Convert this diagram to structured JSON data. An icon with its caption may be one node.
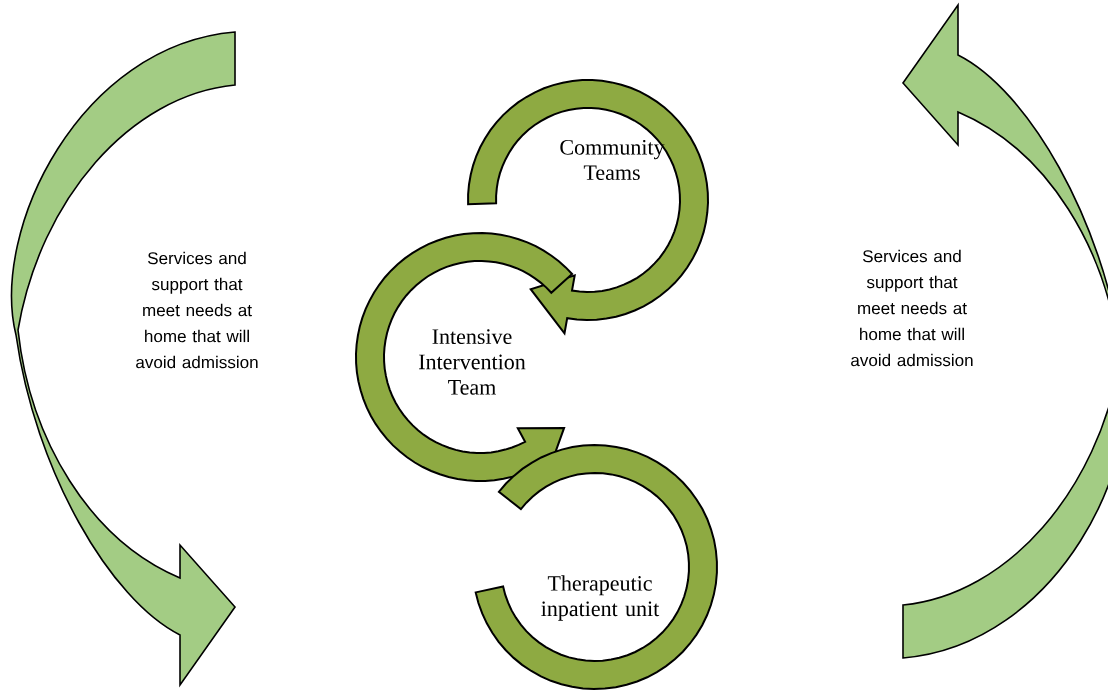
{
  "diagram": {
    "nodes": [
      {
        "text": [
          "Community Teams"
        ]
      },
      {
        "text": [
          "Intensive Intervention Team"
        ]
      },
      {
        "text": [
          "Therapeutic inpatient unit"
        ]
      }
    ],
    "labels": [
      "Services and support that meet needs at home that will avoid admission",
      "Services and support that meet needs at home that will avoid admission"
    ]
  }
}
